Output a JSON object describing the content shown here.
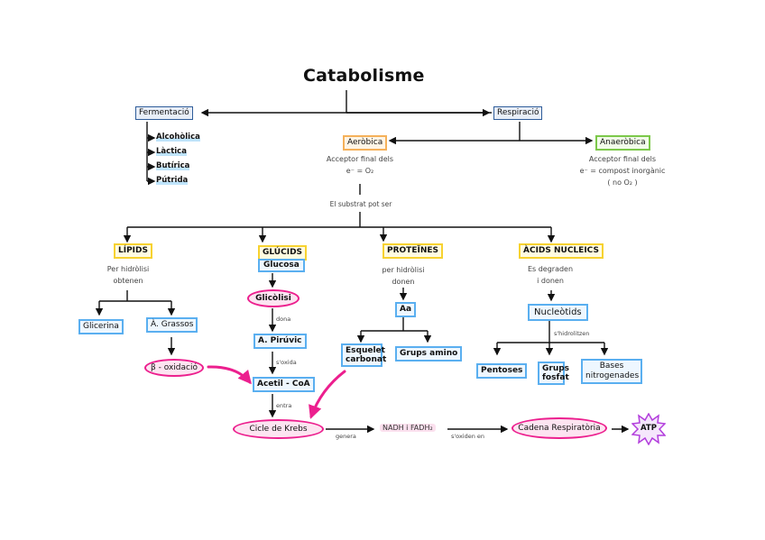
{
  "title": "Catabolisme",
  "fermentacio": {
    "label": "Fermentació",
    "types": [
      "Alcohòlica",
      "Làctica",
      "Butírica",
      "Pútrida"
    ]
  },
  "respiracio": {
    "label": "Respiració",
    "aerobica": {
      "label": "Aeròbica",
      "note_line1": "Acceptor final dels",
      "note_line2": "e⁻ = O₂"
    },
    "anaerobica": {
      "label": "Anaeròbica",
      "note_line1": "Acceptor final dels",
      "note_line2": "e⁻ = compost inorgànic",
      "note_line3": "( no O₂ )"
    }
  },
  "substrat_note": "El substrat pot ser",
  "lipids": {
    "label": "LÍPIDS",
    "note_line1": "Per hidròlisi",
    "note_line2": "obtenen",
    "products": [
      "Glicerina",
      "À. Grassos"
    ],
    "process": "β - oxidació"
  },
  "glucids": {
    "label": "GLÚCIDS",
    "sub": "Glucosa",
    "process": "Glicòlisi",
    "step1_verb": "dona",
    "step1_result": "A. Pirúvic",
    "step2_verb": "s'oxida",
    "step2_result": "Acetil - CoA",
    "step3_verb": "entra"
  },
  "proteines": {
    "label": "PROTEÏNES",
    "note_line1": "per hidròlisi",
    "note_line2": "donen",
    "result": "Aa",
    "products": [
      "Esquelet carbonat",
      "Grups amino"
    ]
  },
  "acids_nucleics": {
    "label": "ÀCIDS NUCLEICS",
    "note_line1": "Es degraden",
    "note_line2": "i donen",
    "result": "Nucleòtids",
    "verb": "s'hidrolitzen",
    "products": [
      "Pentoses",
      "Grups fosfat",
      "Bases nitrogenades"
    ]
  },
  "bottom_chain": {
    "krebs": "Cicle de Krebs",
    "genera": "genera",
    "nadh": "NADH i FADH₂",
    "soxiden": "s'oxiden en",
    "cadena": "Cadena Respiratòria",
    "atp": "ATP"
  },
  "colors": {
    "arrow_pink": "#ec1f8e",
    "box_blue": "#5aaff0",
    "box_navy": "#2f5d9a",
    "box_yellow": "#f7d230",
    "box_orange": "#f5b15a",
    "box_green": "#7cc84a"
  }
}
